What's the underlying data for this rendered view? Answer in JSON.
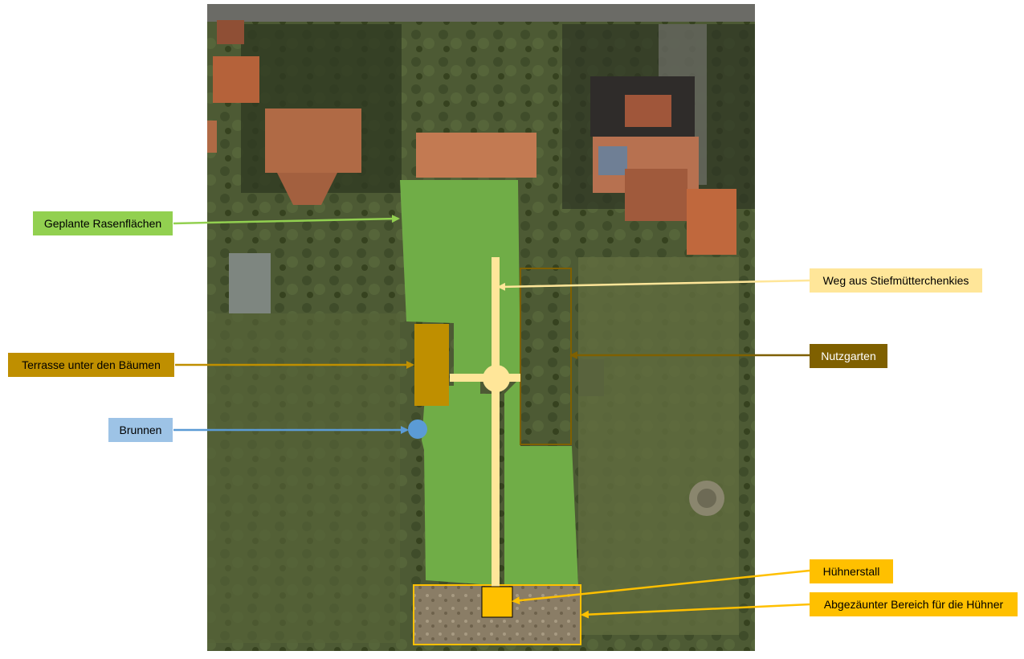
{
  "labels": {
    "lawn": "Geplante Rasenflächen",
    "terrace": "Terrasse unter den Bäumen",
    "well": "Brunnen",
    "path": "Weg aus Stiefmütterchenkies",
    "garden": "Nutzgarten",
    "coop": "Hühnerstall",
    "fenced": "Abgezäunter Bereich für die Hühner"
  },
  "colors": {
    "lawn": "#70ad47",
    "terrace": "#bf8f00",
    "well": "#5b9bd5",
    "well_label": "#9dc3e6",
    "path": "#ffe699",
    "garden": "#7f6000",
    "coop": "#ffc000"
  }
}
